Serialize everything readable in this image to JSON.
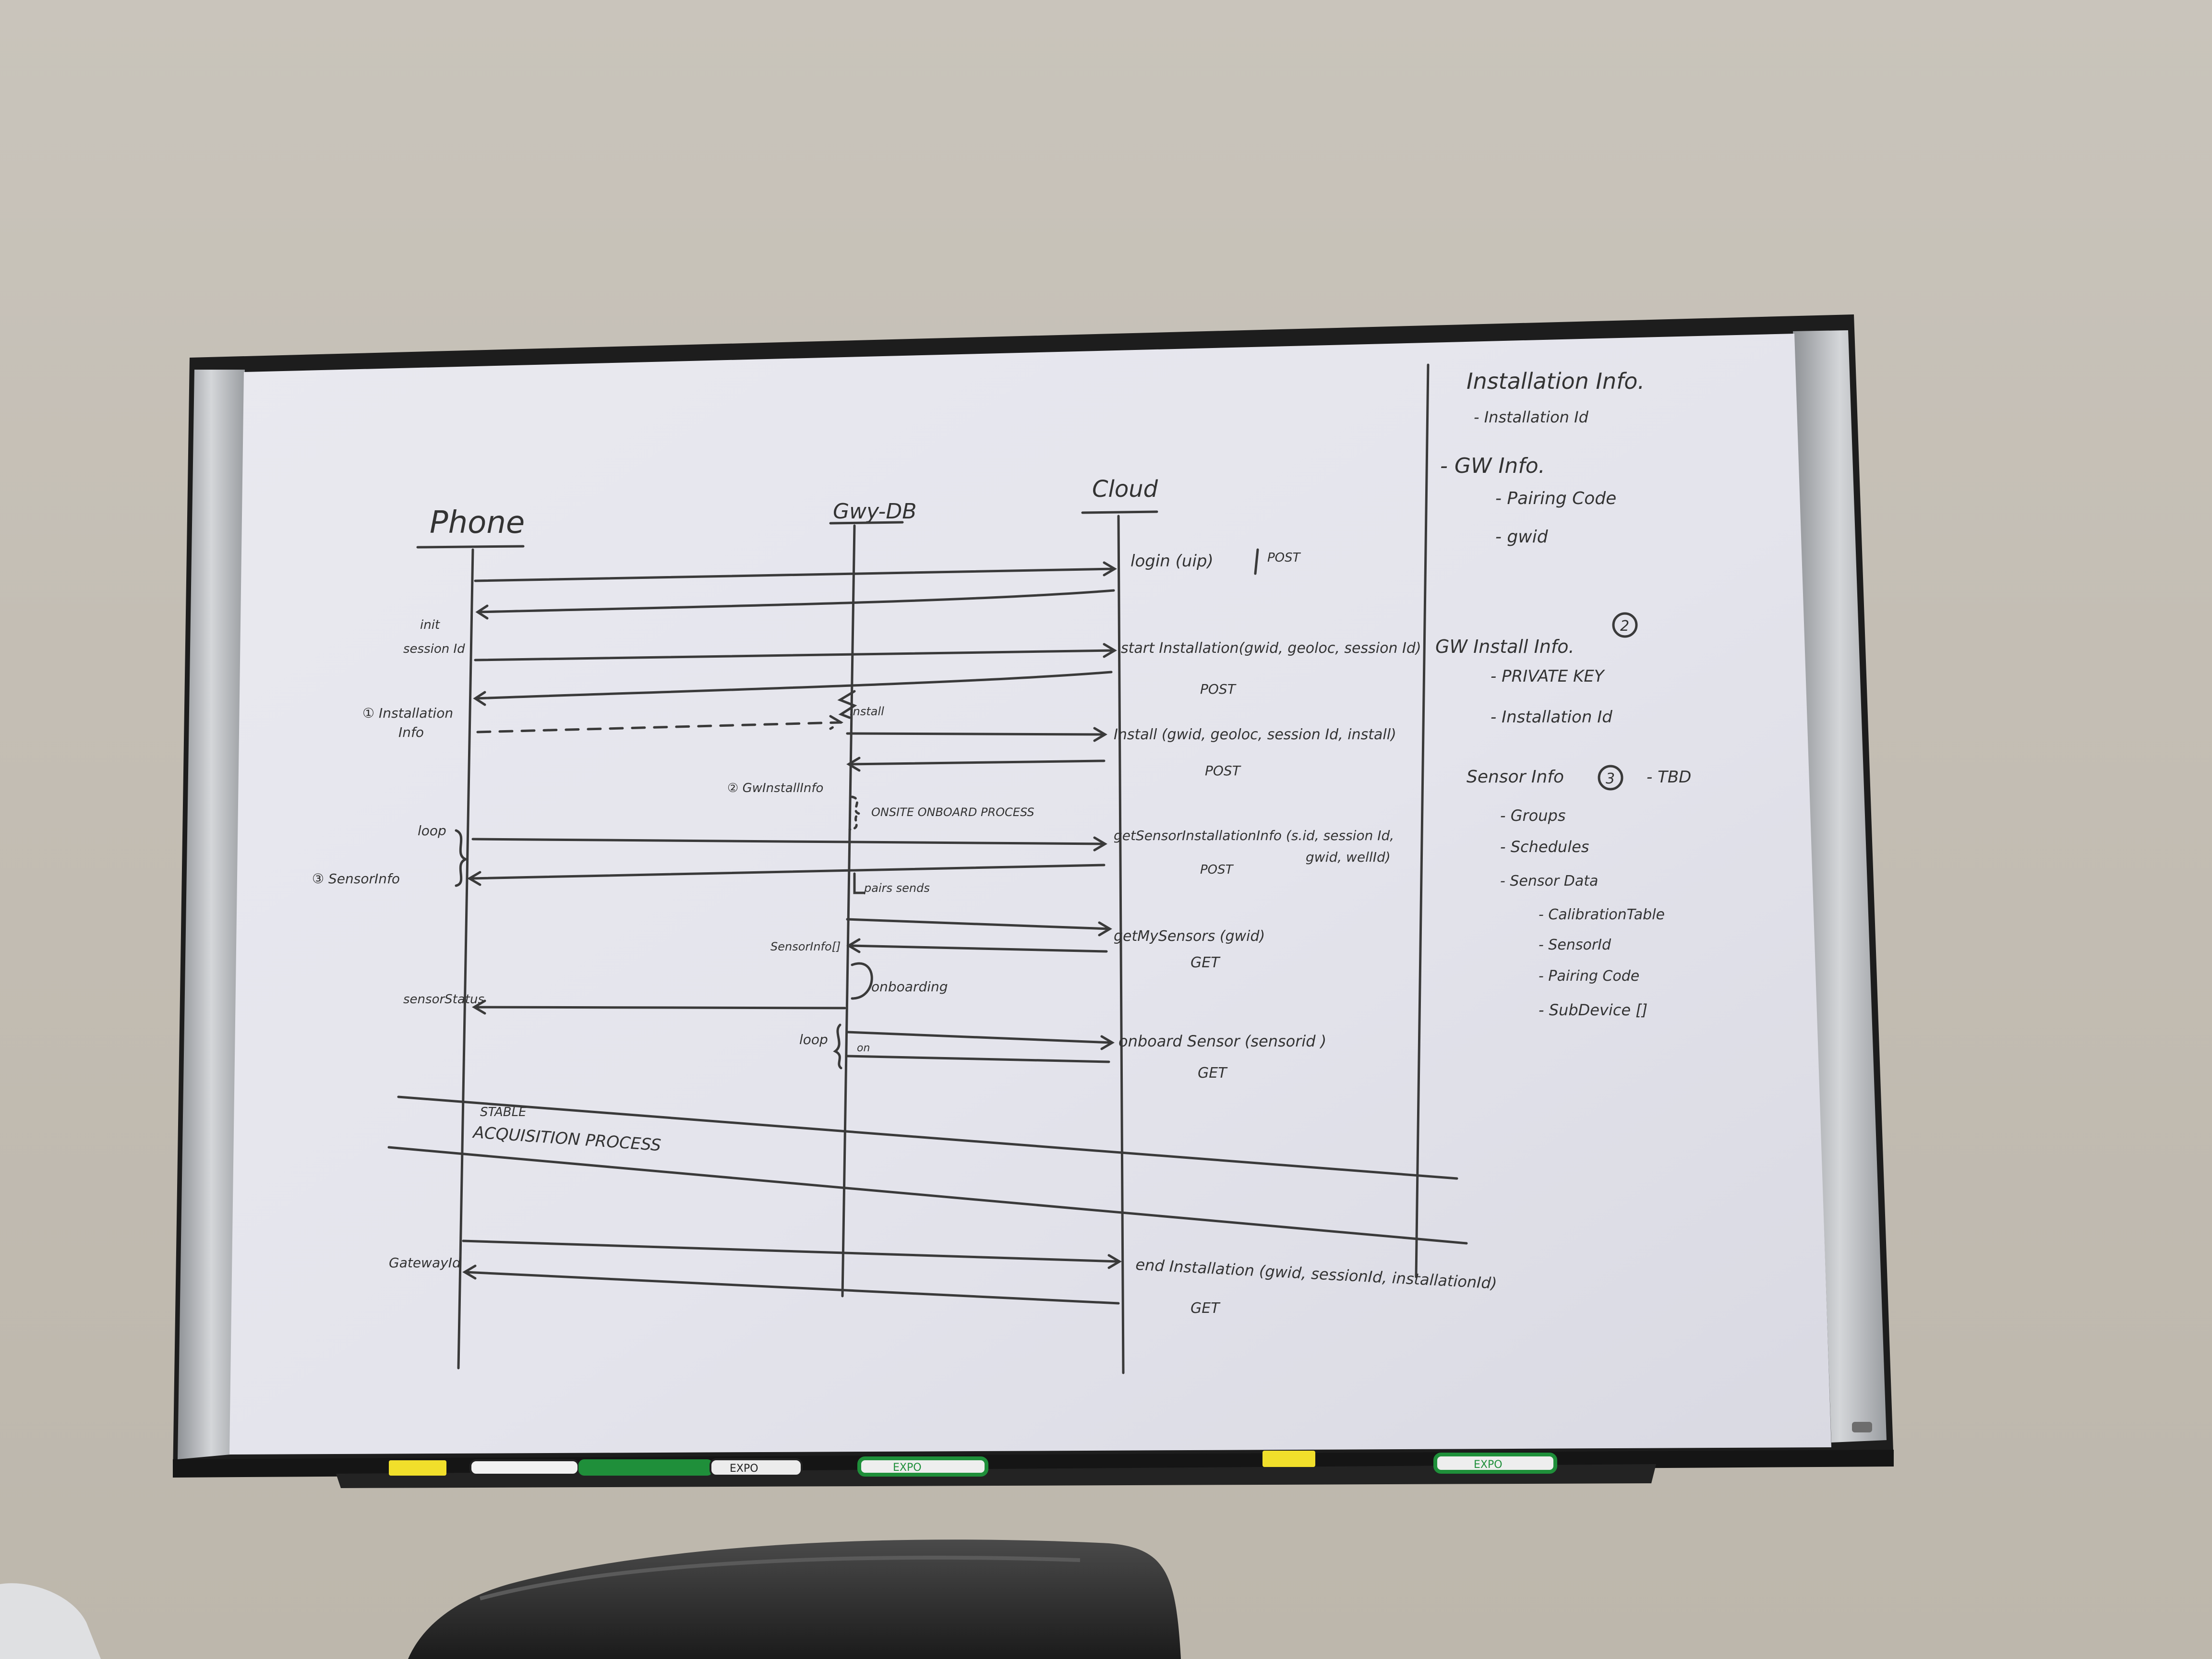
{
  "colors": {
    "wall": "#c6c0b6",
    "board": "#e7e7ee",
    "frame": "#1c1c1c",
    "aluminum": "#b9bbbf",
    "ink": "#333333",
    "marker_green": "#1f8f3a",
    "marker_yellow": "#f3e12a",
    "chair": "#2a2a2a"
  },
  "diagram": {
    "lifelines": {
      "phone": "Phone",
      "gateway": "Gwy-DB",
      "cloud": "Cloud"
    },
    "messages": {
      "login": "login (uip)",
      "login_post": "POST",
      "start_install": "start Installation(gwid, geoloc, session Id)",
      "start_post": "POST",
      "install": "Install (gwid, geoloc, session Id, install)",
      "install_post": "POST",
      "get_sensor_install_info": "getSensorInstallationInfo (s.id, session Id,",
      "get_sensor_install_info_2": "gwid, wellId)",
      "gsi_post": "POST",
      "get_my_sensors": "getMySensors (gwid)",
      "gms_get": "GET",
      "onboard_sensor": "onboard Sensor (sensorid )",
      "onboard_get": "GET",
      "end_installation": "end Installation (gwid, sessionId, installationId)",
      "end_get": "GET"
    },
    "side_notes": {
      "init_session": "init",
      "init_session_2": "session Id",
      "installation_info": "① Installation",
      "installation_info_2": "Info",
      "gw_install_info": "② GwInstallInfo",
      "install_label": "install",
      "onsite_process": "ONSITE ONBOARD PROCESS",
      "loop1": "loop",
      "sensor_info_left": "③ SensorInfo",
      "pairs_sends": "pairs sends",
      "sensor_info_list": "SensorInfo[]",
      "onboarding": "onboarding",
      "sensor_status": "sensorStatus",
      "loop2": "loop",
      "on": "on",
      "acquisition_1": "STABLE",
      "acquisition_2": "ACQUISITION PROCESS",
      "gateway_id": "GatewayId"
    },
    "notes_column": {
      "title": "Installation Info.",
      "item1": "- Installation Id",
      "gw_info": "- GW Info.",
      "gw_item1": "- Pairing Code",
      "gw_item2": "- gwid",
      "gw_install_title": "GW Install Info.",
      "circle2": "2",
      "gw_install_item1": "- PRIVATE KEY",
      "gw_install_item2": "- Installation Id",
      "sensor_info_title": "Sensor Info",
      "circle3": "3",
      "tbd": "- TBD",
      "s_item1": "- Groups",
      "s_item2": "- Schedules",
      "s_item3": "- Sensor Data",
      "s_sub1": "- CalibrationTable",
      "s_sub2": "- SensorId",
      "s_sub3": "- Pairing Code",
      "s_sub4": "- SubDevice []"
    }
  },
  "tray": {
    "marker1": "EXPO",
    "marker2": "EXPO",
    "marker3": "EXPO"
  }
}
